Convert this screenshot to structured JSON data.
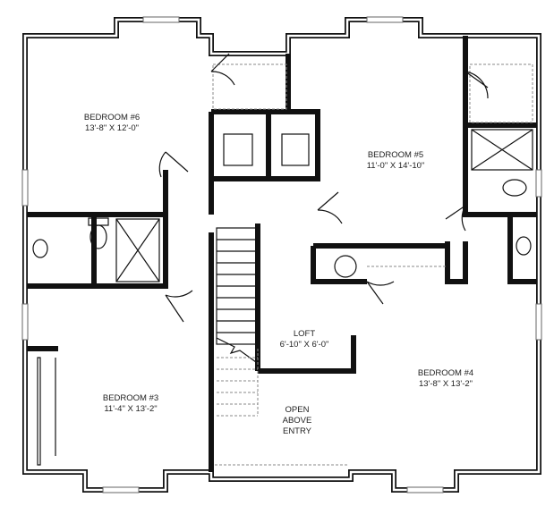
{
  "rooms": [
    {
      "name": "BEDROOM #6",
      "size": "13'-8\"  X  12'-0\""
    },
    {
      "name": "BEDROOM #5",
      "size": "11'-0\"  X  14'-10\""
    },
    {
      "name": "LOFT",
      "size": "6'-10\"  X  6'-0\""
    },
    {
      "name": "BEDROOM #4",
      "size": "13'-8\"  X  13'-2\""
    },
    {
      "name": "BEDROOM #3",
      "size": "11'-4\"  X  13'-2\""
    }
  ],
  "open_area": {
    "line1": "OPEN",
    "line2": "ABOVE",
    "line3": "ENTRY"
  }
}
